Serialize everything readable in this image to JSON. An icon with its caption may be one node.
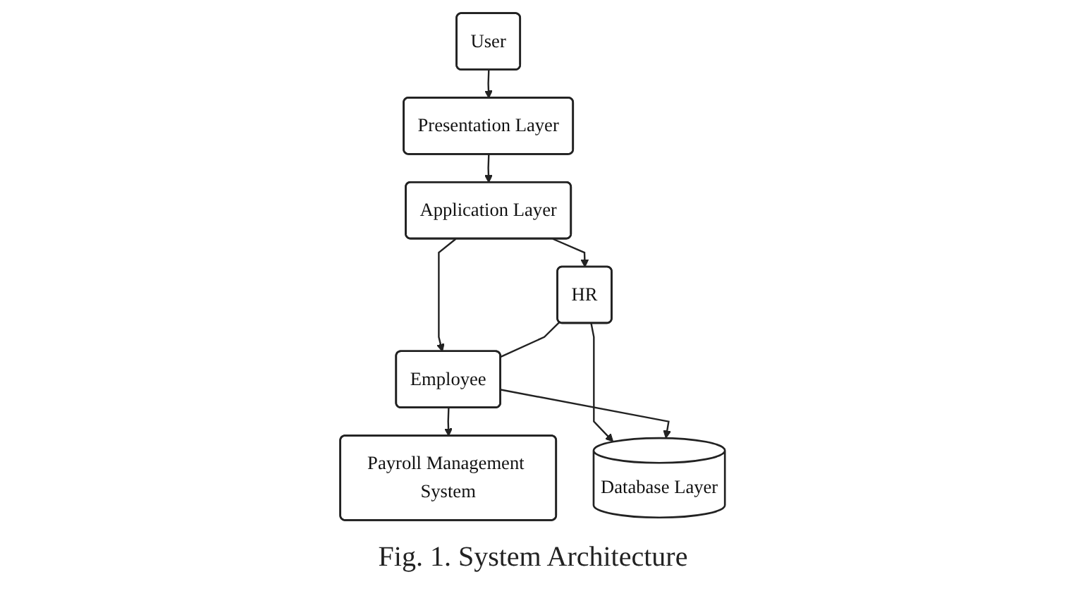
{
  "diagram": {
    "caption": "Fig. 1. System Architecture",
    "nodes": [
      {
        "text": [
          "User"
        ]
      },
      {
        "text": [
          "Presentation Layer"
        ]
      },
      {
        "text": [
          "Application Layer"
        ]
      },
      {
        "text": [
          "HR"
        ]
      },
      {
        "text": [
          "Employee"
        ]
      },
      {
        "text": [
          "Payroll Management System"
        ]
      },
      {
        "text": [
          "Database Layer"
        ]
      }
    ],
    "edges": [
      {
        "from": 0,
        "to": 1,
        "arrow": "to"
      },
      {
        "from": 1,
        "to": 2,
        "arrow": "to"
      },
      {
        "from": 2,
        "to": 3,
        "arrow": "to"
      },
      {
        "from": 2,
        "to": 4,
        "arrow": "to"
      },
      {
        "from": 3,
        "to": 4,
        "arrow": "none"
      },
      {
        "from": 4,
        "to": 5,
        "arrow": "to"
      },
      {
        "from": 3,
        "to": 6,
        "arrow": "to"
      },
      {
        "from": 4,
        "to": 6,
        "arrow": "to"
      }
    ]
  }
}
